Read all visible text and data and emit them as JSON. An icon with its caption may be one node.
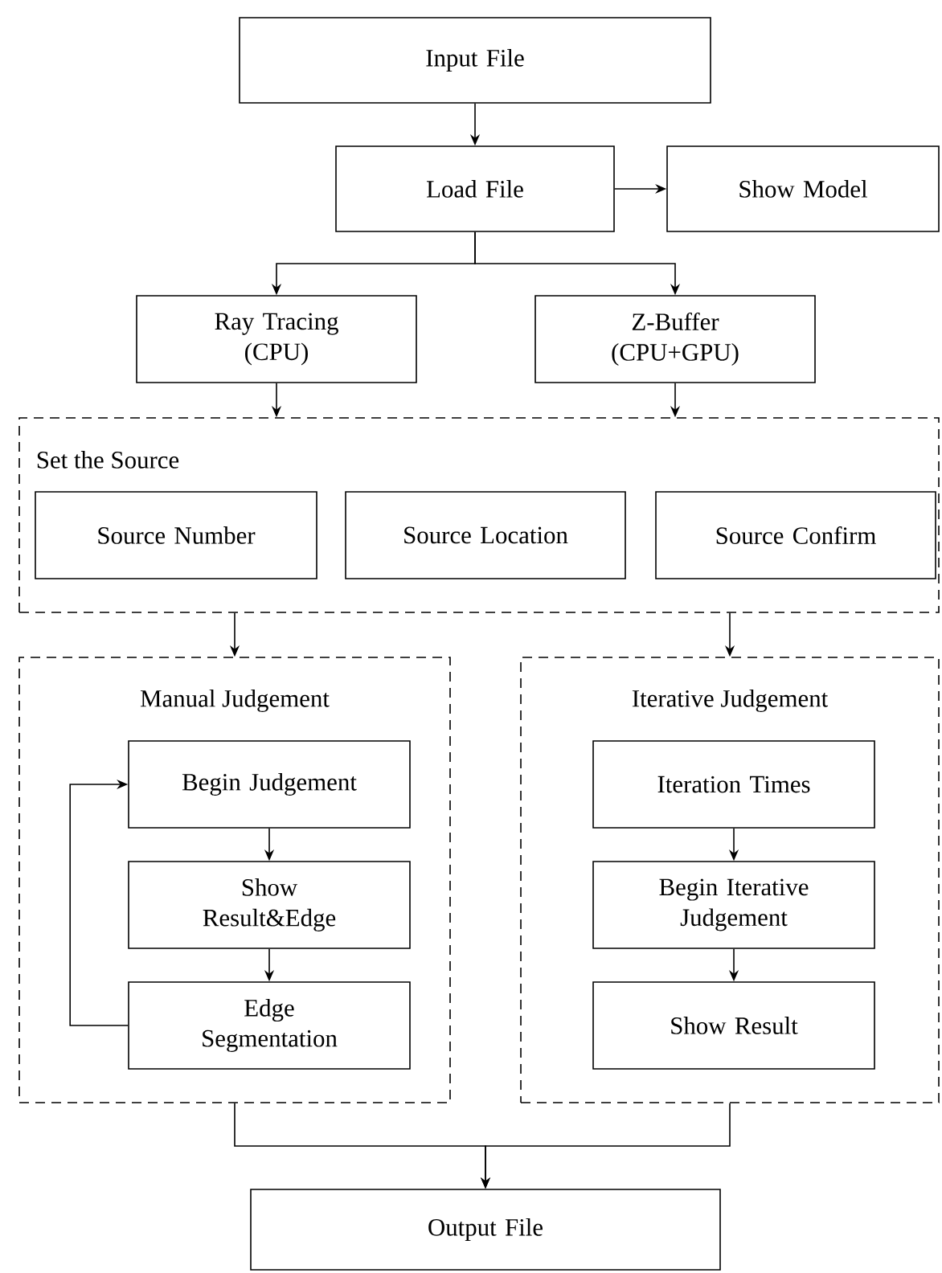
{
  "diagram": {
    "nodes": [
      {
        "text": [
          "Input File"
        ]
      },
      {
        "text": [
          "Load File"
        ]
      },
      {
        "text": [
          "Show Model"
        ]
      },
      {
        "text": [
          "Ray Tracing (CPU)"
        ]
      },
      {
        "text": [
          "Z-Buffer (CPU+GPU)"
        ]
      },
      {
        "text": [
          "Set the Source"
        ]
      },
      {
        "text": [
          "Source Number"
        ],
        "in": 5
      },
      {
        "text": [
          "Source Location"
        ],
        "in": 5
      },
      {
        "text": [
          "Source Confirm"
        ],
        "in": 5
      },
      {
        "text": [
          "Manual Judgement"
        ]
      },
      {
        "text": [
          "Begin Judgement"
        ],
        "in": 9
      },
      {
        "text": [
          "Show Result&Edge"
        ],
        "in": 9
      },
      {
        "text": [
          "Edge Segmentation"
        ],
        "in": 9
      },
      {
        "text": [
          "Iterative Judgement"
        ]
      },
      {
        "text": [
          "Iteration Times"
        ],
        "in": 13
      },
      {
        "text": [
          "Begin Iterative Judgement"
        ],
        "in": 13
      },
      {
        "text": [
          "Show Result"
        ],
        "in": 13
      },
      {
        "text": [
          "Output File"
        ]
      }
    ],
    "edges": [
      {
        "from": 0,
        "to": 1,
        "arrow": "to"
      },
      {
        "from": 1,
        "to": 2,
        "arrow": "to"
      },
      {
        "from": 1,
        "to": 3,
        "arrow": "to"
      },
      {
        "from": 1,
        "to": 4,
        "arrow": "to"
      },
      {
        "from": 3,
        "to": 5,
        "arrow": "to"
      },
      {
        "from": 4,
        "to": 5,
        "arrow": "to"
      },
      {
        "from": 5,
        "to": 9,
        "arrow": "to"
      },
      {
        "from": 5,
        "to": 13,
        "arrow": "to"
      },
      {
        "from": 10,
        "to": 11,
        "arrow": "to"
      },
      {
        "from": 11,
        "to": 12,
        "arrow": "to"
      },
      {
        "from": 12,
        "to": 10,
        "arrow": "to"
      },
      {
        "from": 14,
        "to": 15,
        "arrow": "to"
      },
      {
        "from": 15,
        "to": 16,
        "arrow": "to"
      },
      {
        "from": 9,
        "to": 17,
        "arrow": "to"
      },
      {
        "from": 13,
        "to": 17,
        "arrow": "to"
      }
    ]
  }
}
